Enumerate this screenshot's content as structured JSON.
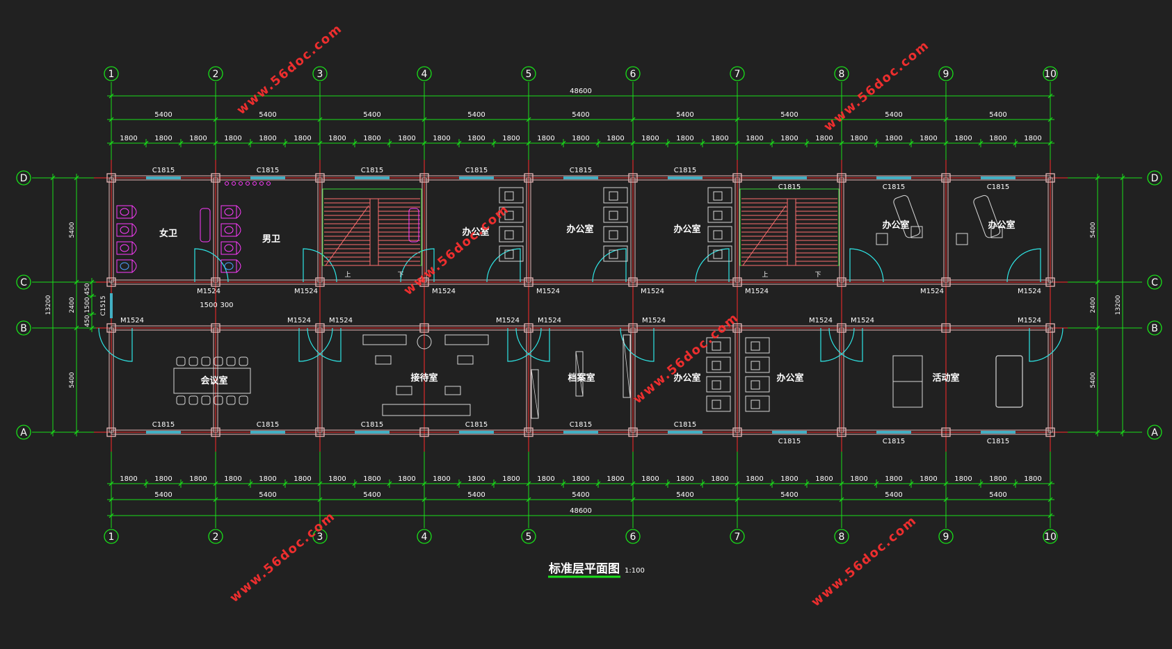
{
  "drawing": {
    "title": "标准层平面图",
    "scale": "1:100",
    "colors": {
      "background": "#212121",
      "axis_green": "#19e019",
      "grid_red": "#ff2a2a",
      "wall": "#e8b8b8",
      "door_cyan": "#2ee6e6",
      "window_cyan": "#43b0c4",
      "stair_pink": "#ff6f6f",
      "fixture_magenta": "#ff3cff",
      "furniture": "#d8d8d8",
      "watermark": "#ff3030"
    }
  },
  "axes": {
    "columns": [
      "1",
      "2",
      "3",
      "4",
      "5",
      "6",
      "7",
      "8",
      "9",
      "10"
    ],
    "rows": [
      "D",
      "C",
      "B",
      "A"
    ]
  },
  "dimensions": {
    "overall": "48600",
    "bay": "5400",
    "sub": "1800",
    "depth_total": "13200",
    "left_row": [
      "5400",
      "2400",
      "5400"
    ],
    "left_inner": [
      "450",
      "1500",
      "450"
    ],
    "right_row": [
      "5400",
      "2400",
      "5400"
    ],
    "inner_small": [
      "1500",
      "300"
    ]
  },
  "rooms": [
    {
      "label": "女卫"
    },
    {
      "label": "男卫"
    },
    {
      "label": "办公室"
    },
    {
      "label": "办公室"
    },
    {
      "label": "办公室"
    },
    {
      "label": "办公室"
    },
    {
      "label": "办公室"
    },
    {
      "label": "会议室"
    },
    {
      "label": "接待室"
    },
    {
      "label": "档案室"
    },
    {
      "label": "办公室"
    },
    {
      "label": "办公室"
    },
    {
      "label": "活动室"
    }
  ],
  "labels": {
    "window": "C1815",
    "door": "M1524",
    "side_window": "C1515",
    "stair_up": "上",
    "stair_down": "下"
  },
  "watermark": "www.56doc.com"
}
